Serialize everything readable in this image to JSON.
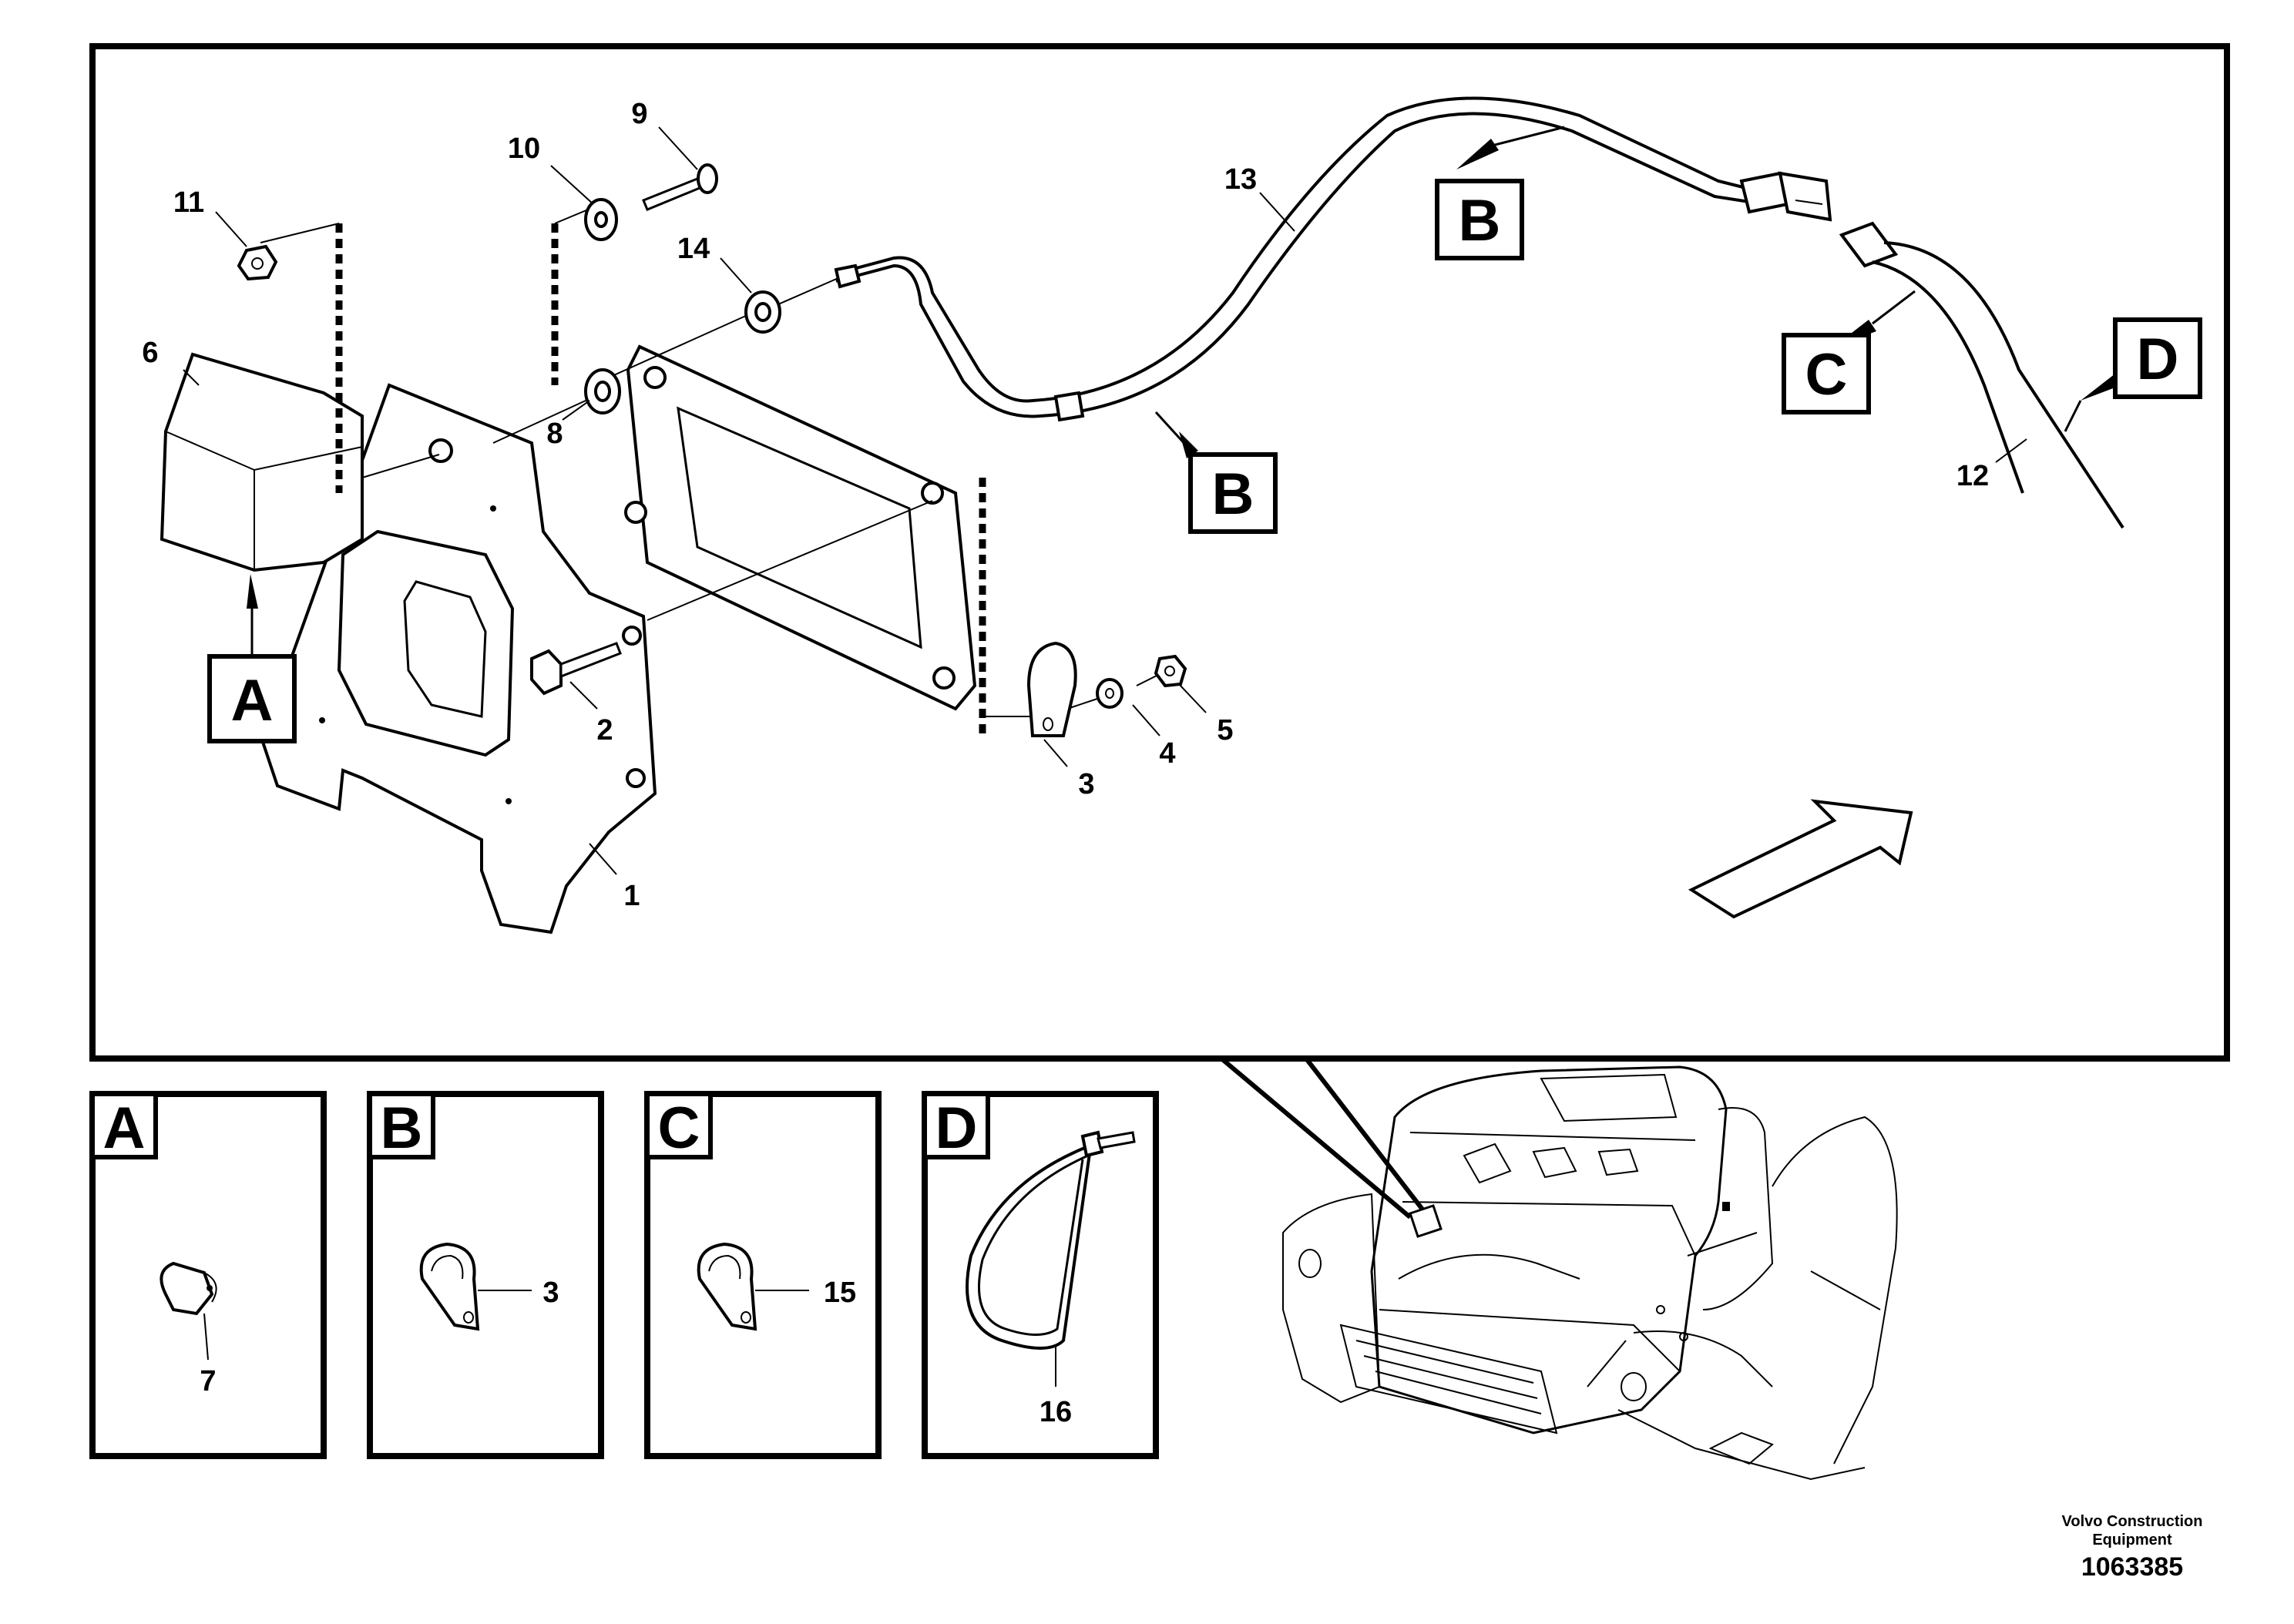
{
  "callouts": {
    "a": "A",
    "b": "B",
    "c": "C",
    "d": "D"
  },
  "parts": {
    "p1": "1",
    "p2": "2",
    "p3": "3",
    "p4": "4",
    "p5": "5",
    "p6": "6",
    "p7": "7",
    "p8": "8",
    "p9": "9",
    "p10": "10",
    "p11": "11",
    "p12": "12",
    "p13": "13",
    "p14": "14",
    "p15": "15",
    "p16": "16"
  },
  "detail_panels": [
    {
      "letter": "A",
      "part": "7"
    },
    {
      "letter": "B",
      "part": "3"
    },
    {
      "letter": "C",
      "part": "15"
    },
    {
      "letter": "D",
      "part": "16"
    }
  ],
  "credit": {
    "company": "Volvo Construction Equipment",
    "doc_number": "1063385"
  }
}
